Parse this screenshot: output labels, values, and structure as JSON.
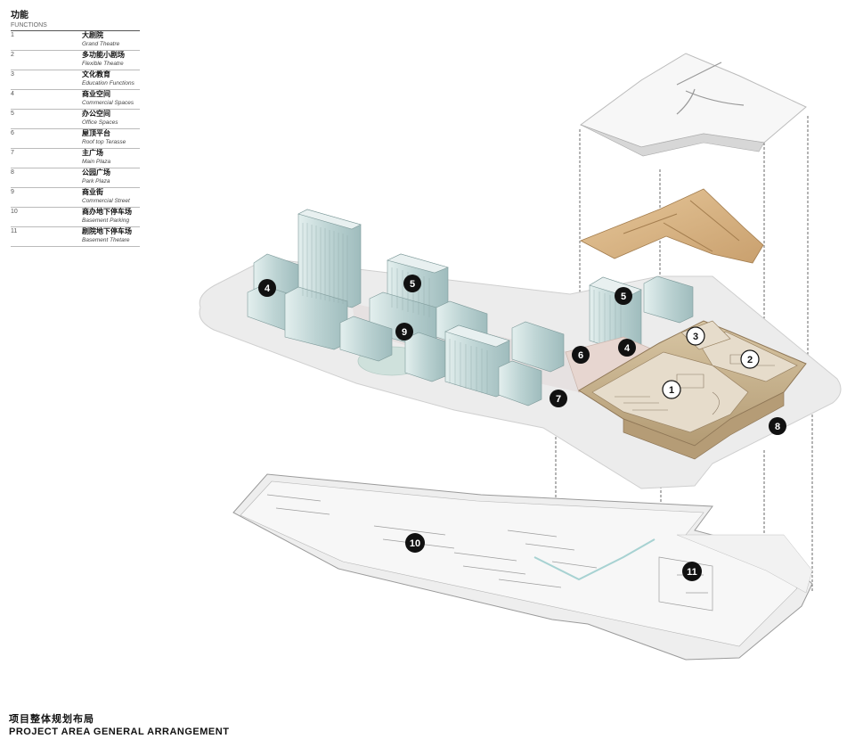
{
  "legend": {
    "title_cn": "功能",
    "title_en": "FUNCTIONS",
    "items": [
      {
        "num": "1",
        "cn": "大剧院",
        "en": "Grand Theatre"
      },
      {
        "num": "2",
        "cn": "多功能小剧场",
        "en": "Flexible Theatre"
      },
      {
        "num": "3",
        "cn": "文化教育",
        "en": "Education Functions"
      },
      {
        "num": "4",
        "cn": "商业空间",
        "en": "Commercial Spaces"
      },
      {
        "num": "5",
        "cn": "办公空间",
        "en": "Office Spaces"
      },
      {
        "num": "6",
        "cn": "屋顶平台",
        "en": "Roof top Terasse"
      },
      {
        "num": "7",
        "cn": "主广场",
        "en": "Main Plaza"
      },
      {
        "num": "8",
        "cn": "公园广场",
        "en": "Park Plaza"
      },
      {
        "num": "9",
        "cn": "商业街",
        "en": "Commercial Street"
      },
      {
        "num": "10",
        "cn": "商办地下停车场",
        "en": "Basement Parking"
      },
      {
        "num": "11",
        "cn": "剧院地下停车场",
        "en": "Basement Thetare"
      }
    ]
  },
  "labels": {
    "l4a": "4",
    "l5a": "5",
    "l9": "9",
    "l5b": "5",
    "l4b": "4",
    "l6": "6",
    "l7": "7",
    "l3": "3",
    "l2": "2",
    "l1": "1",
    "l8": "8",
    "l10": "10",
    "l11": "11"
  },
  "footer": {
    "cn": "项目整体规划布局",
    "en": "PROJECT AREA GENERAL ARRANGEMENT"
  },
  "colors": {
    "ground": "#ececec",
    "building": "#cfe0e0",
    "theatre": "#c7b391",
    "timber": "#d9b88a",
    "roof": "#f5f5f5",
    "badge": "#111111"
  }
}
